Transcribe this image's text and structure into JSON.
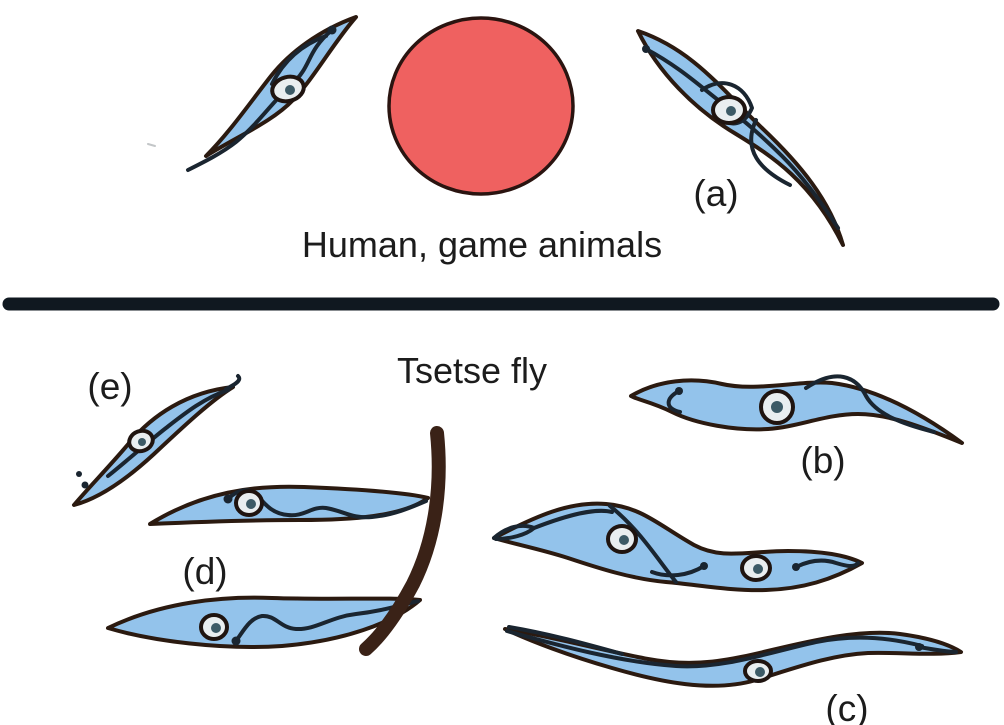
{
  "sections": {
    "host": {
      "label": "Human, game animals"
    },
    "vector": {
      "label": "Tsetse fly"
    }
  },
  "stages": {
    "a": "(a)",
    "b": "(b)",
    "c": "(c)",
    "d": "(d)",
    "e": "(e)"
  },
  "colors": {
    "body_fill": "#93c3eb",
    "body_outline": "#2b1a10",
    "flagellum": "#1a2530",
    "nucleus_fill": "#e9eef0",
    "nucleus_ring": "#1f1410",
    "nucleus_dot": "#3c5a66",
    "red_cell_fill": "#ef6160",
    "red_cell_outline": "#2a1410",
    "divider": "#101820",
    "surface_line": "#3a2217",
    "label_text": "#1c1c1c",
    "faint_mark": "#c3c6c8"
  }
}
